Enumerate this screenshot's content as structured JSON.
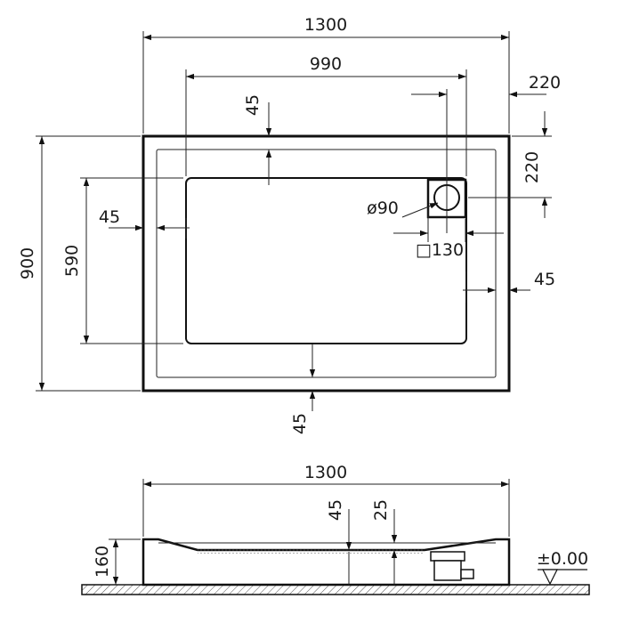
{
  "plan": {
    "overall_width": "1300",
    "basin_width": "990",
    "drain_offset_x": "220",
    "drain_offset_y": "220",
    "rim_top": "45",
    "rim_left": "45",
    "rim_right": "45",
    "rim_bottom": "45",
    "overall_depth": "900",
    "basin_depth": "590",
    "drain_diameter": "ø90",
    "drain_square": "□130"
  },
  "section": {
    "overall_width": "1300",
    "height": "160",
    "depth_a": "45",
    "depth_b": "25",
    "level": "±0.00"
  },
  "icons": [
    "arrow-icon",
    "drain-icon",
    "level-triangle-icon"
  ]
}
